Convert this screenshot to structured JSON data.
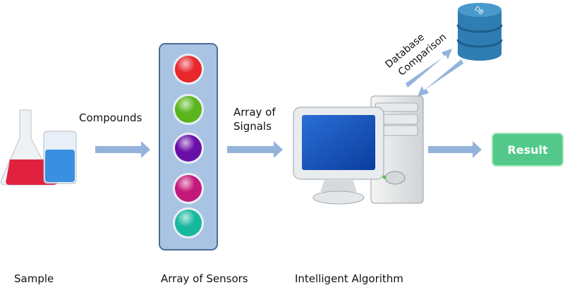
{
  "labels": {
    "compounds": "Compounds",
    "signals_line1": "Array of",
    "signals_line2": "Signals",
    "database_line1": "Database",
    "database_line2": "Comparison",
    "result": "Result",
    "db_icon": "DB",
    "sample": "Sample",
    "sensors": "Array of Sensors",
    "algorithm": "Intelligent Algorithm"
  },
  "colors": {
    "arrow": "#93b3da",
    "panel": "#a9c3e3",
    "result": "#52c98a",
    "db": "#2f7db3",
    "sensors": [
      "#e8262c",
      "#5ab51d",
      "#6a0ea8",
      "#c4177a",
      "#16b89e"
    ]
  }
}
